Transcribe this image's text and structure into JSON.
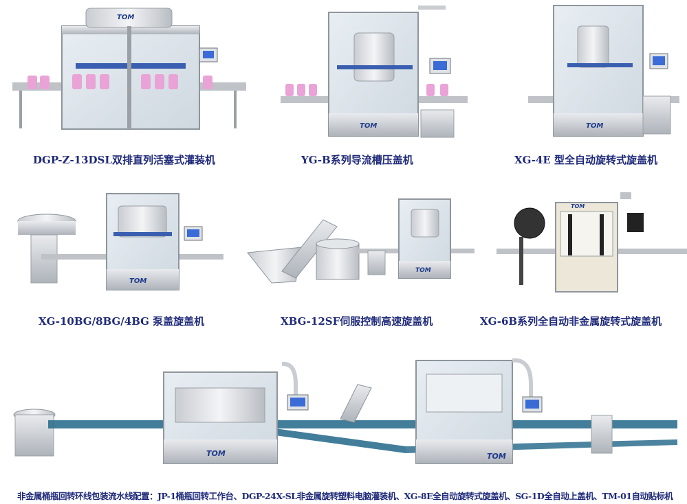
{
  "brand": "TOM",
  "machines": [
    {
      "id": "m1",
      "caption": "DGP-Z-13DSL双排直列活塞式灌装机"
    },
    {
      "id": "m2",
      "caption": "YG-B系列导流槽压盖机"
    },
    {
      "id": "m3",
      "caption": "XG-4E 型全自动旋转式旋盖机"
    },
    {
      "id": "m4",
      "caption": "XG-10BG/8BG/4BG 泵盖旋盖机"
    },
    {
      "id": "m5",
      "caption": "XBG-12SF伺服控制高速旋盖机"
    },
    {
      "id": "m6",
      "caption": "XG-6B系列全自动非金属旋转式旋盖机"
    }
  ],
  "line_caption": "非金属桶瓶回转环线包装流水线配置：JP-1桶瓶回转工作台、DGP-24X-SL非金属旋转塑料电脑灌装机、XG-8E全自动旋转式旋盖机、SG-1D全自动上盖机、TM-01自动贴标机"
}
